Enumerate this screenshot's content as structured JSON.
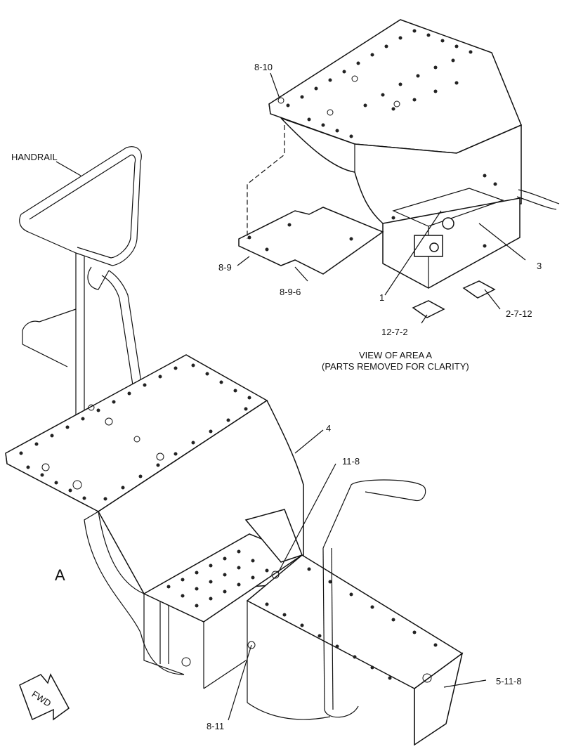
{
  "labels": {
    "handrail": "HANDRAIL",
    "p_8_10": "8-10",
    "p_8_9": "8-9",
    "p_8_9_6": "8-9-6",
    "p_1": "1",
    "p_3": "3",
    "p_2_7_12": "2-7-12",
    "p_12_7_2": "12-7-2",
    "view_title": "VIEW OF AREA A",
    "view_subtitle": "(PARTS REMOVED FOR CLARITY)",
    "p_4": "4",
    "p_11_8": "11-8",
    "area_a": "A",
    "p_5_11_8": "5-11-8",
    "p_8_11": "8-11",
    "fwd": "FWD"
  }
}
